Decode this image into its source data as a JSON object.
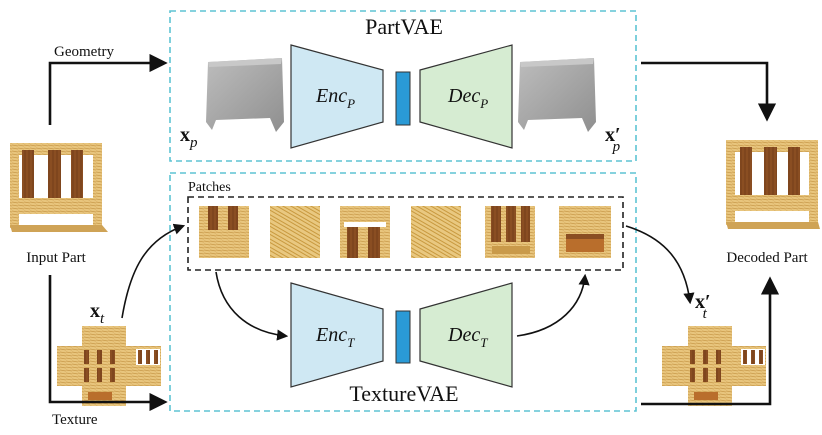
{
  "labels": {
    "partvae": "PartVAE",
    "texturevae": "TextureVAE",
    "geometry": "Geometry",
    "texture": "Texture",
    "input_part": "Input Part",
    "decoded_part": "Decoded Part",
    "patches": "Patches"
  },
  "math": {
    "xp": {
      "base": "x",
      "sub": "p",
      "prime": ""
    },
    "xp_out": {
      "base": "x",
      "sub": "p",
      "prime": "′"
    },
    "xt": {
      "base": "x",
      "sub": "t",
      "prime": ""
    },
    "xt_out": {
      "base": "x",
      "sub": "t",
      "prime": "′"
    },
    "enc_p": {
      "base": "Enc",
      "sub": "P"
    },
    "dec_p": {
      "base": "Dec",
      "sub": "P"
    },
    "enc_t": {
      "base": "Enc",
      "sub": "T"
    },
    "dec_t": {
      "base": "Dec",
      "sub": "T"
    }
  },
  "colors": {
    "encoder_fill": "#cfe8f3",
    "decoder_fill": "#d6ecd2",
    "latent_fill": "#2a9ad6",
    "dashed_border": "#5ec4d4",
    "wood_light": "#e6c276",
    "wood_dark": "#8a4e22",
    "geometry_gray": "#a9a9a9"
  },
  "patch_count": 6
}
